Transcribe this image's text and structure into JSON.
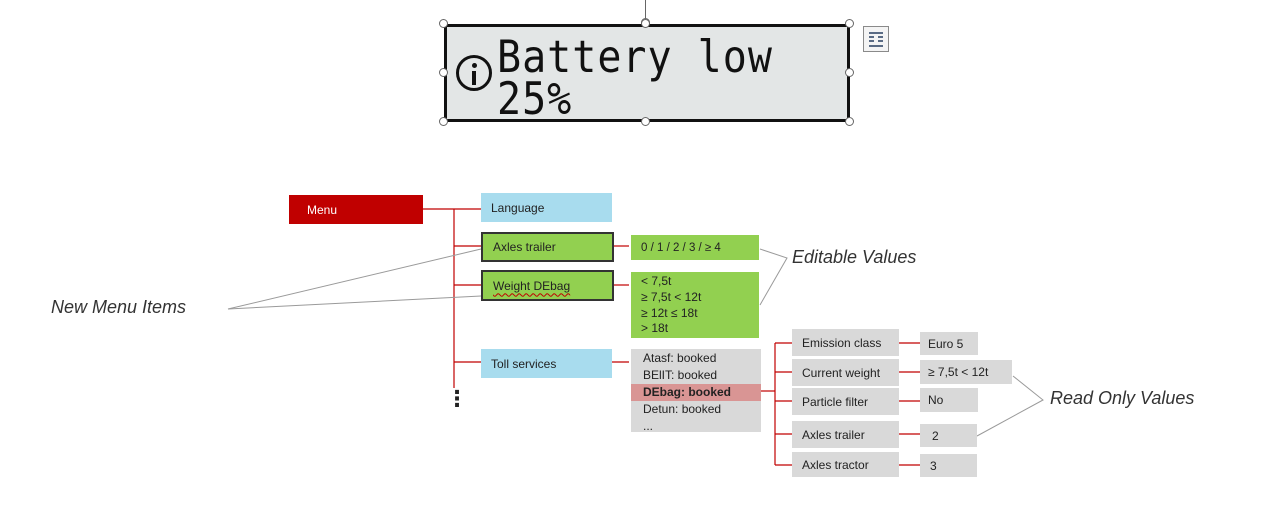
{
  "display": {
    "line1": "Battery low",
    "line2": "25%",
    "icon": "info-icon"
  },
  "menu": {
    "root": "Menu",
    "items": [
      "Language",
      "Axles trailer",
      "Weight DEbag",
      "Toll services"
    ],
    "ellipsis": "⋮"
  },
  "editable": {
    "axles_trailer_value": "0 / 1 / 2 / 3 /  ≥ 4",
    "weight_values": [
      "< 7,5t",
      "≥ 7,5t < 12t",
      "≥ 12t  ≤ 18t",
      "> 18t"
    ]
  },
  "toll_services": {
    "entries": [
      "Atasf: booked",
      "BElIT: booked",
      "DEbag: booked",
      "Detun: booked",
      "..."
    ],
    "highlighted": "DEbag: booked"
  },
  "debag_details": {
    "labels": [
      "Emission class",
      "Current weight",
      "Particle filter",
      "Axles trailer",
      "Axles tractor"
    ],
    "values": [
      "Euro 5",
      "≥ 7,5t < 12t",
      "No",
      "2",
      "3"
    ]
  },
  "annotations": {
    "new_menu_items": "New Menu Items",
    "editable_values": "Editable Values",
    "read_only_values": "Read Only Values"
  },
  "colors": {
    "menu_root": "#c00000",
    "menu_item": "#a8dcee",
    "editable": "#92d050",
    "read_only": "#d9d9d9",
    "highlight": "#d99594",
    "connector": "#c00000"
  }
}
